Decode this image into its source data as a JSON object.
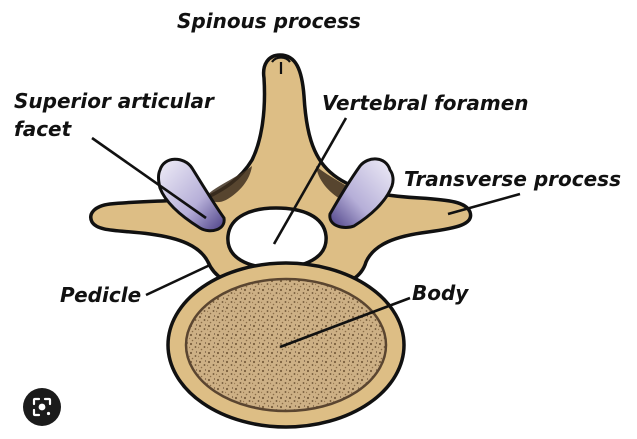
{
  "diagram": {
    "labels": {
      "spinous_process": "Spinous process",
      "superior_articular_facet_line1": "Superior articular",
      "superior_articular_facet_line2": "facet",
      "vertebral_foramen": "Vertebral foramen",
      "transverse_process": "Transverse process",
      "pedicle": "Pedicle",
      "body": "Body"
    },
    "colors": {
      "bone": "#ddbe85",
      "bone_outline": "#111111",
      "facet": "#aaa3cf",
      "facet_light": "#e6e2f2",
      "body_spongy": "#c8a97a",
      "body_speckle": "#7a5f3d",
      "shadow": "#4a3a26"
    }
  },
  "overlay": {
    "lens_icon": "lens-search-icon"
  }
}
